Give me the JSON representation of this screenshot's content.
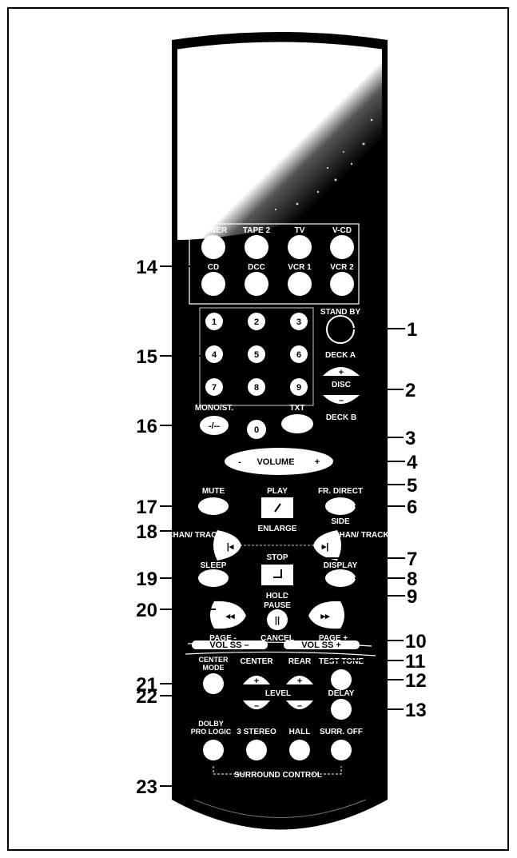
{
  "source_buttons": {
    "row1": [
      "TUNER",
      "TAPE 2",
      "TV",
      "V-CD"
    ],
    "row2": [
      "CD",
      "DCC",
      "VCR 1",
      "VCR 2"
    ]
  },
  "numpad": {
    "keys": [
      "1",
      "2",
      "3",
      "4",
      "5",
      "6",
      "7",
      "8",
      "9"
    ],
    "zero": "0",
    "mono_label": "MONO/ST.",
    "mono_key": "-/--",
    "txt_label": "TXT"
  },
  "standby_label": "STAND BY",
  "deck": {
    "deck_a": "DECK A",
    "disc": "DISC",
    "deck_b": "DECK B",
    "plus": "+",
    "minus": "–"
  },
  "volume": {
    "label": "VOLUME",
    "minus": "-",
    "plus": "+"
  },
  "transport": {
    "mute": "MUTE",
    "play": "PLAY",
    "fr_direct": "FR. DIRECT",
    "enlarge": "ENLARGE",
    "side": "SIDE",
    "chan_track_left": "CHAN/ TRACK",
    "chan_track_right": "CHAN/ TRACK",
    "stop": "STOP",
    "sleep": "SLEEP",
    "display": "DISPLAY",
    "hold": "HOLD",
    "pause": "PAUSE",
    "page_minus": "PAGE -",
    "cancel": "CANCEL",
    "page_plus": "PAGE +"
  },
  "vol_bar": {
    "left": "VOL SS –",
    "right": "VOL SS +"
  },
  "surround": {
    "center_mode": "CENTER MODE",
    "center": "CENTER",
    "rear": "REAR",
    "test_tone": "TEST TONE",
    "level": "LEVEL",
    "delay": "DELAY",
    "dolby": "DOLBY PRO LOGIC",
    "stereo3": "3 STEREO",
    "hall": "HALL",
    "surr_off": "SURR. OFF",
    "surround_control": "SURROUND CONTROL"
  },
  "callouts": [
    "1",
    "2",
    "3",
    "4",
    "5",
    "6",
    "7",
    "8",
    "9",
    "10",
    "11",
    "12",
    "13",
    "14",
    "15",
    "16",
    "17",
    "18",
    "19",
    "20",
    "21",
    "22",
    "23"
  ]
}
